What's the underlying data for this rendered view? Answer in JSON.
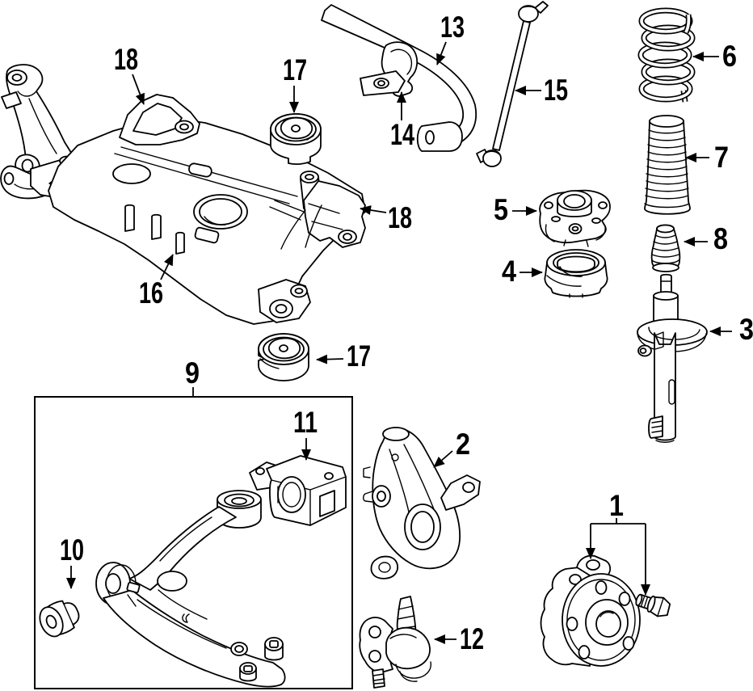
{
  "figure": {
    "background_color": "#ffffff",
    "line_color": "#000000"
  },
  "callouts": [
    {
      "id": "18a",
      "label": "18"
    },
    {
      "id": "17a",
      "label": "17"
    },
    {
      "id": "13",
      "label": "13"
    },
    {
      "id": "14",
      "label": "14"
    },
    {
      "id": "15",
      "label": "15"
    },
    {
      "id": "6",
      "label": "6"
    },
    {
      "id": "7",
      "label": "7"
    },
    {
      "id": "5",
      "label": "5"
    },
    {
      "id": "18b",
      "label": "18"
    },
    {
      "id": "8",
      "label": "8"
    },
    {
      "id": "4",
      "label": "4"
    },
    {
      "id": "16",
      "label": "16"
    },
    {
      "id": "3",
      "label": "3"
    },
    {
      "id": "17b",
      "label": "17"
    },
    {
      "id": "9",
      "label": "9"
    },
    {
      "id": "11",
      "label": "11"
    },
    {
      "id": "2",
      "label": "2"
    },
    {
      "id": "10",
      "label": "10"
    },
    {
      "id": "1",
      "label": "1"
    },
    {
      "id": "12",
      "label": "12"
    }
  ]
}
